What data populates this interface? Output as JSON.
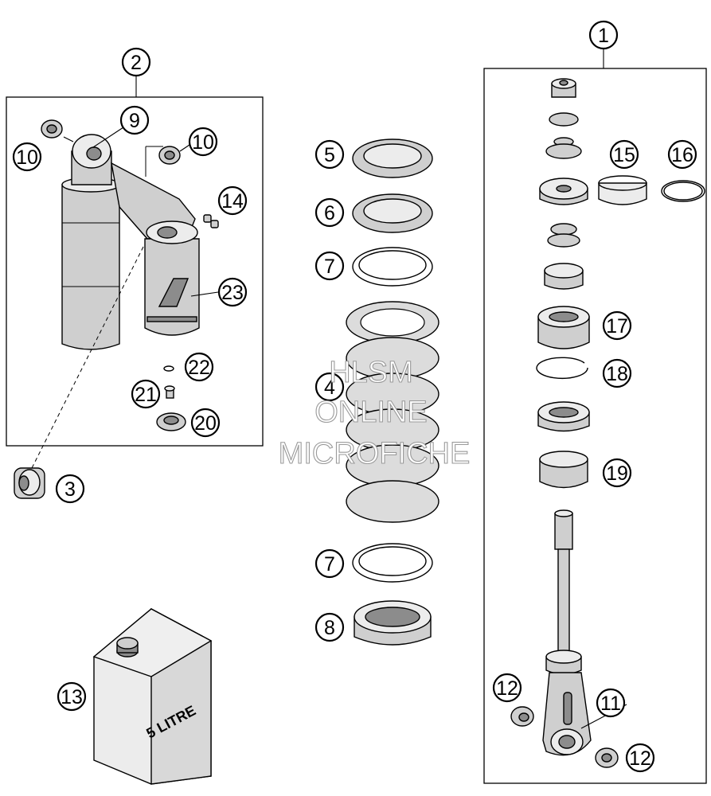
{
  "callouts": {
    "c1": "1",
    "c2": "2",
    "c3": "3",
    "c4": "4",
    "c5": "5",
    "c6": "6",
    "c7a": "7",
    "c7b": "7",
    "c8": "8",
    "c9": "9",
    "c10a": "10",
    "c10b": "10",
    "c11": "11",
    "c12a": "12",
    "c12b": "12",
    "c13": "13",
    "c14": "14",
    "c15": "15",
    "c16": "16",
    "c17": "17",
    "c18": "18",
    "c19": "19",
    "c20": "20",
    "c21": "21",
    "c22": "22",
    "c23": "23"
  },
  "oil_can_label": "5 LITRE",
  "watermark": {
    "line1": "HLSM",
    "line2": "ONLINE",
    "line3": "MICROFICHE"
  }
}
